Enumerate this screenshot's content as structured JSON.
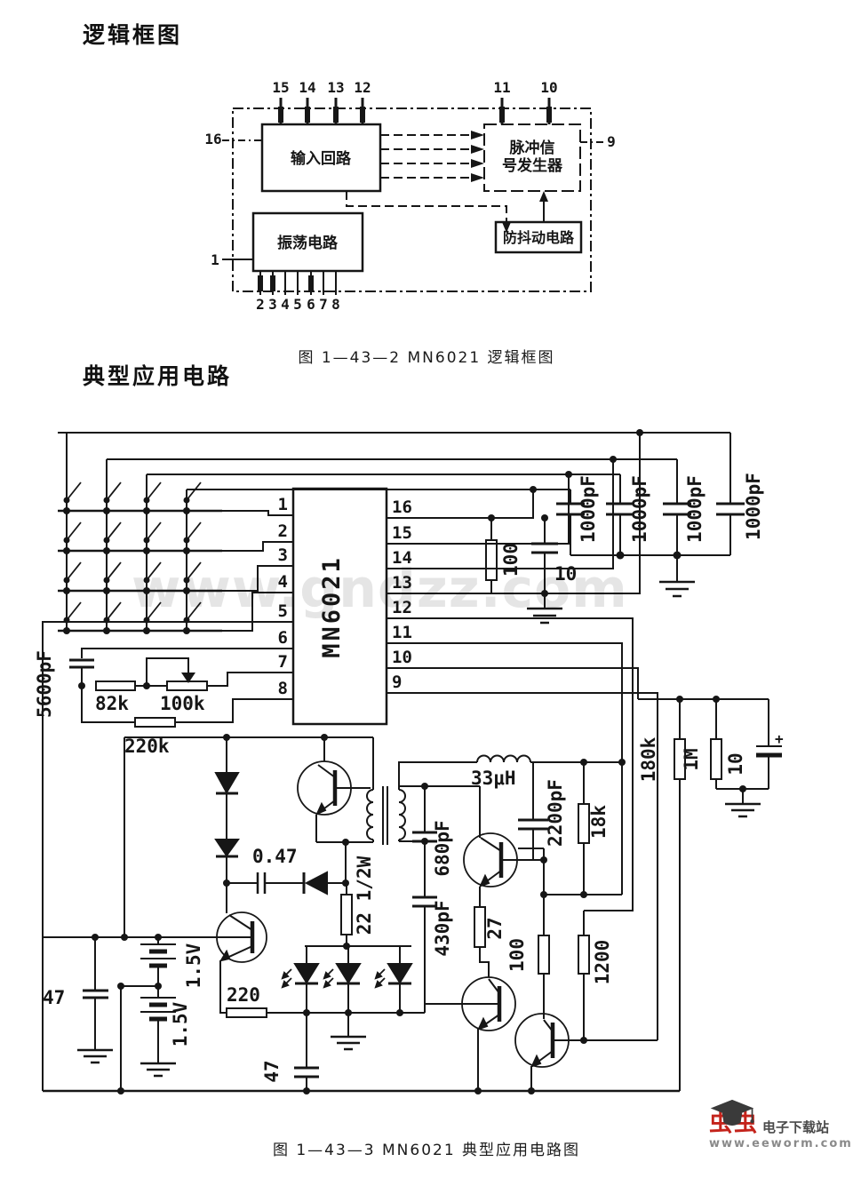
{
  "titles": {
    "logic": "逻辑框图",
    "app": "典型应用电路"
  },
  "captions": {
    "logic": "图 1—43—2   MN6021 逻辑框图",
    "app": "图 1—43—3   MN6021 典型应用电路图"
  },
  "logic": {
    "blocks": {
      "input": "输入回路",
      "pulse1": "脉冲信",
      "pulse2": "号发生器",
      "osc": "振荡电路",
      "debounce": "防抖动电路"
    },
    "pins": {
      "t15": "15",
      "t14": "14",
      "t13": "13",
      "t12": "12",
      "t11": "11",
      "t10": "10",
      "left16": "16",
      "right9": "9",
      "left1": "1",
      "b2": "2",
      "b3": "3",
      "b4": "4",
      "b5": "5",
      "b6": "6",
      "b7": "7",
      "b8": "8"
    }
  },
  "app": {
    "ic": "MN6021",
    "pl": [
      "1",
      "2",
      "3",
      "4",
      "5",
      "6",
      "7",
      "8"
    ],
    "pr": [
      "16",
      "15",
      "14",
      "13",
      "12",
      "11",
      "10",
      "9"
    ],
    "c1000a": "1000pF",
    "c1000b": "1000pF",
    "c1000c": "1000pF",
    "c1000d": "1000pF",
    "r100top": "100",
    "c10top": "10",
    "c5600": "5600pF",
    "r82k": "82k",
    "r100k": "100k",
    "r220k": "220k",
    "c047": "0.47",
    "l33": "33μH",
    "c2200": "2200pF",
    "r18k": "18k",
    "c680": "680pF",
    "c430": "430pF",
    "r27": "27",
    "r100bot": "100",
    "r1200": "1200",
    "r22": "22 1/2W",
    "r220": "220",
    "bat1": "1.5V",
    "bat2": "1.5V",
    "c47left": "47",
    "c47bot": "47",
    "r180k": "180k",
    "r1m": "1M",
    "c10right": "10",
    "plus": "+"
  },
  "watermarks": {
    "center": "www.gndzz.com",
    "logo_brand": "虫虫",
    "logo_site": "电子下载站",
    "logo_url": "www.eeworm.com"
  }
}
